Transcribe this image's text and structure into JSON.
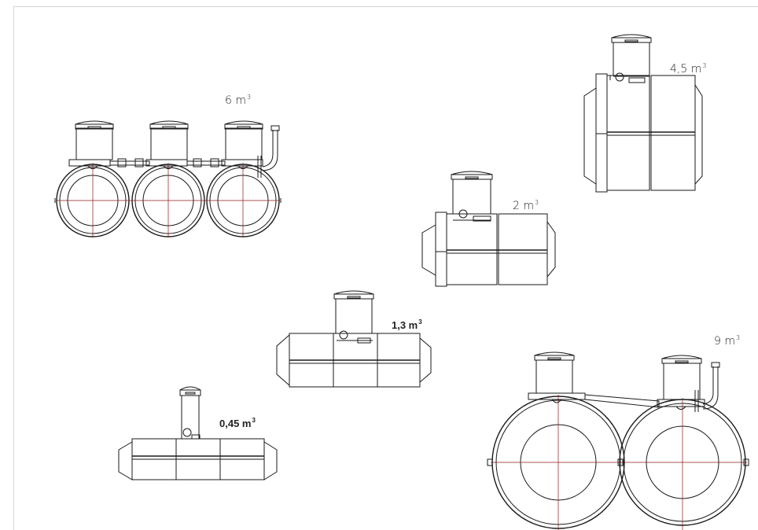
{
  "tanks": [
    {
      "id": "t6",
      "volume": "6 m",
      "unit_exp": "3"
    },
    {
      "id": "t45",
      "volume": "4,5 m",
      "unit_exp": "3"
    },
    {
      "id": "t2",
      "volume": "2 m",
      "unit_exp": "3"
    },
    {
      "id": "t13",
      "volume": "1,3 m",
      "unit_exp": "3"
    },
    {
      "id": "t9",
      "volume": "9 m",
      "unit_exp": "3"
    },
    {
      "id": "t045",
      "volume": "0,45 m",
      "unit_exp": "3"
    }
  ],
  "colors": {
    "line": "#1a1a1a",
    "centerline": "#8b1a1a",
    "frame": "#d4d4d4"
  }
}
